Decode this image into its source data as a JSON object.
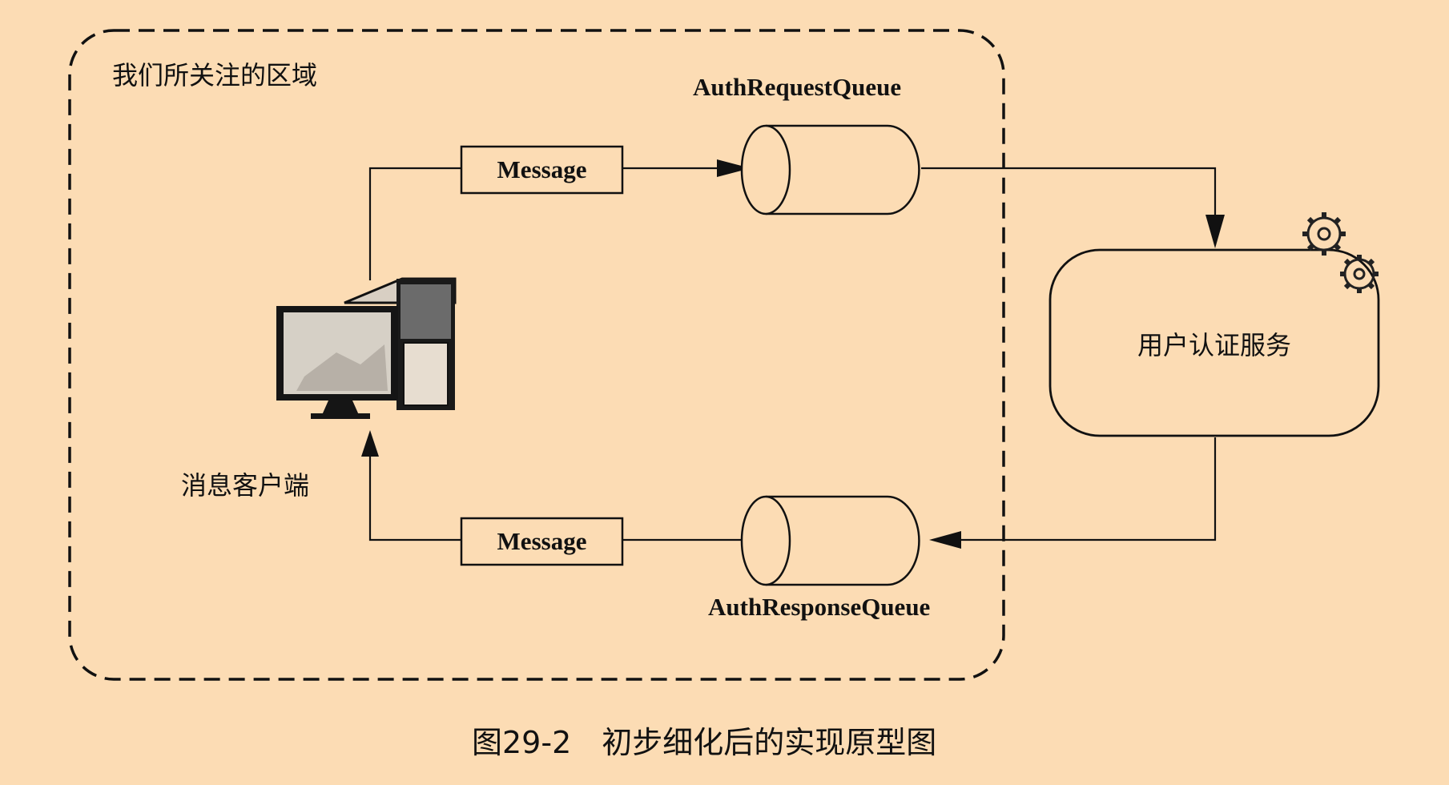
{
  "diagram": {
    "region_label": "我们所关注的区域",
    "client_label": "消息客户端",
    "service_label": "用户认证服务",
    "request_queue_label": "AuthRequestQueue",
    "response_queue_label": "AuthResponseQueue",
    "request_message_label": "Message",
    "response_message_label": "Message",
    "caption": "图29-2　初步细化后的实现原型图"
  },
  "colors": {
    "background": "#fcdcb4",
    "ink": "#111111"
  },
  "icons": {
    "client": "desktop-computer-icon",
    "service": "gears-icon"
  }
}
